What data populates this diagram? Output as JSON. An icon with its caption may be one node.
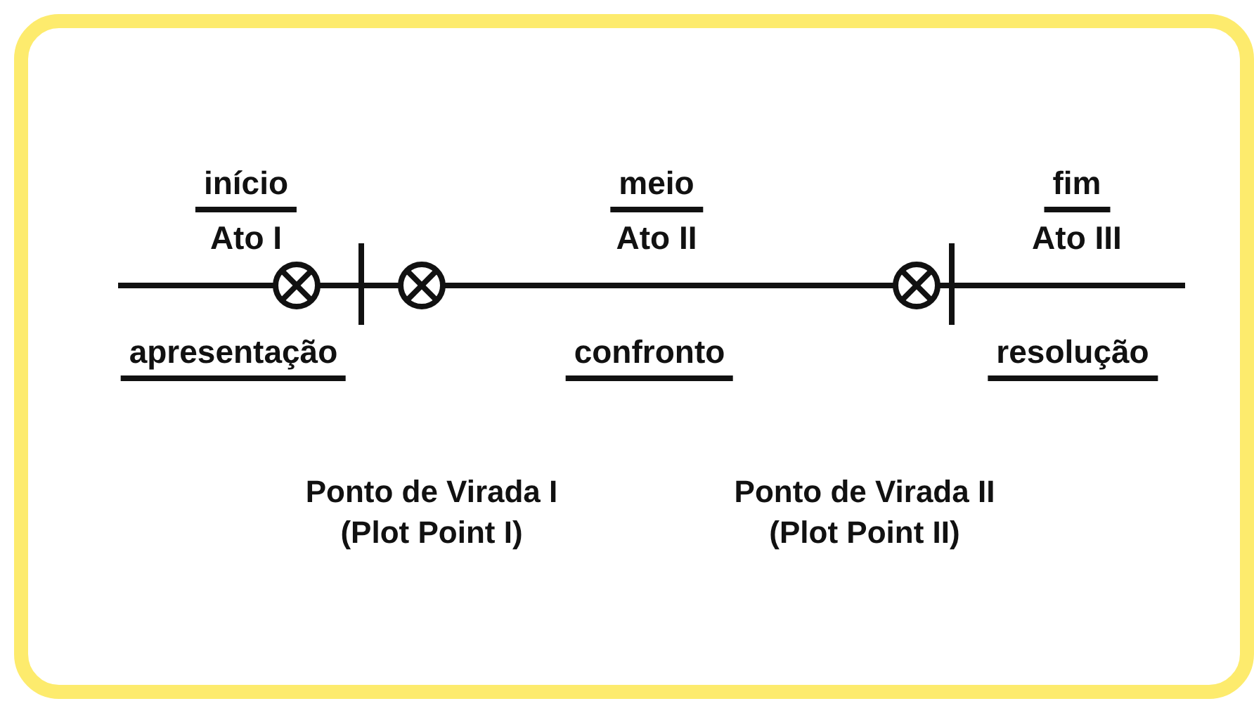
{
  "diagram": {
    "labels": [
      "início",
      "meio",
      "fim",
      "Ato I",
      "Ato II",
      "Ato III",
      "apresentação",
      "confronto",
      "resolução",
      "Ponto de Virada I (Plot Point I)",
      "Ponto de Virada II (Plot Point II)"
    ]
  }
}
